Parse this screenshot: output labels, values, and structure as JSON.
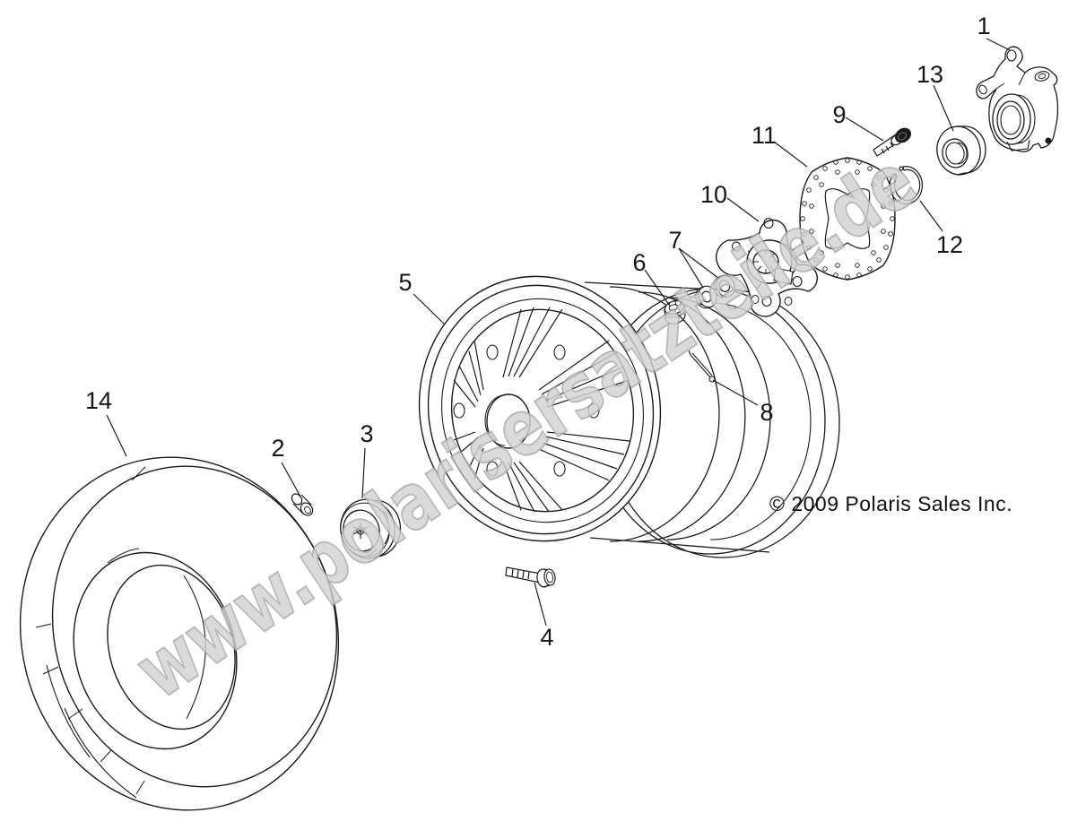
{
  "diagram": {
    "type": "exploded-parts-diagram",
    "watermark_text": "www.polarisersatzteile.de",
    "copyright_text": "© 2009 Polaris Sales Inc.",
    "colors": {
      "background": "#ffffff",
      "line": "#1c1c1c",
      "watermark_fill": "#d2d2d2",
      "watermark_outline": "#a9a9a9",
      "bolt_head": "#1a1a1a"
    },
    "part_labels": [
      {
        "num": "1"
      },
      {
        "num": "2"
      },
      {
        "num": "3"
      },
      {
        "num": "4"
      },
      {
        "num": "5"
      },
      {
        "num": "6"
      },
      {
        "num": "7"
      },
      {
        "num": "8"
      },
      {
        "num": "9"
      },
      {
        "num": "10"
      },
      {
        "num": "11"
      },
      {
        "num": "12"
      },
      {
        "num": "13"
      },
      {
        "num": "14"
      }
    ]
  }
}
